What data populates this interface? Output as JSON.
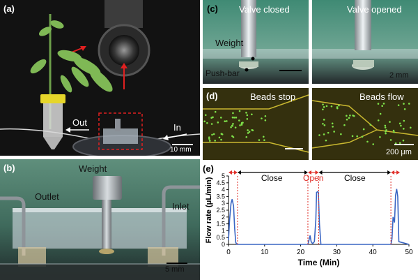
{
  "panel_a": {
    "label": "(a)",
    "out_label": "Out",
    "in_label": "In",
    "scale_label": "10 mm"
  },
  "panel_b": {
    "label": "(b)",
    "weight_label": "Weight",
    "outlet_label": "Outlet",
    "inlet_label": "Inlet",
    "scale_label": "5 mm"
  },
  "panel_c": {
    "label": "(c)",
    "left_title": "Valve closed",
    "right_title": "Valve opened",
    "weight_label": "Weight",
    "pushbar_label": "Push-bar",
    "scale_label": "2 mm"
  },
  "panel_d": {
    "label": "(d)",
    "left_title": "Beads stop",
    "right_title": "Beads flow",
    "scale_label": "200 μm"
  },
  "panel_e": {
    "label": "(e)",
    "close_label_1": "Close",
    "open_label": "Open",
    "close_label_2": "Close",
    "open_color": "#e0302a",
    "line_color": "#3a66c4",
    "chart_data": {
      "type": "line",
      "xlabel": "Time (Min)",
      "ylabel": "Flow rate (μL/min)",
      "xlim": [
        0,
        50
      ],
      "ylim": [
        0,
        5
      ],
      "xticks": [
        0,
        10,
        20,
        30,
        40,
        50
      ],
      "yticks": [
        0,
        0.5,
        1,
        1.5,
        2,
        2.5,
        3,
        3.5,
        4,
        4.5,
        5
      ],
      "grid": false,
      "x": [
        0,
        0.3,
        0.7,
        1.0,
        1.4,
        1.7,
        2.0,
        2.3,
        22.0,
        22.3,
        22.6,
        22.9,
        23.3,
        23.8,
        24.2,
        24.4,
        24.7,
        24.9,
        25.2,
        25.6,
        45.0,
        45.3,
        45.6,
        46.0,
        46.3,
        46.6,
        46.9,
        47.2,
        50
      ],
      "series": [
        {
          "values": [
            0.3,
            1.8,
            3.0,
            3.3,
            2.8,
            1.2,
            0.15,
            0.0,
            0.0,
            0.3,
            0.65,
            0.2,
            0.05,
            0.2,
            1.8,
            3.8,
            3.85,
            3.8,
            1.5,
            0.0,
            0.0,
            0.4,
            2.0,
            1.6,
            3.6,
            4.05,
            3.5,
            0.2,
            0.0
          ]
        }
      ],
      "annotations": [
        {
          "text": "Close",
          "x_range": [
            2.5,
            22
          ]
        },
        {
          "text": "Open",
          "x_range": [
            22,
            25
          ]
        },
        {
          "text": "Close",
          "x_range": [
            25,
            45
          ]
        }
      ]
    }
  }
}
